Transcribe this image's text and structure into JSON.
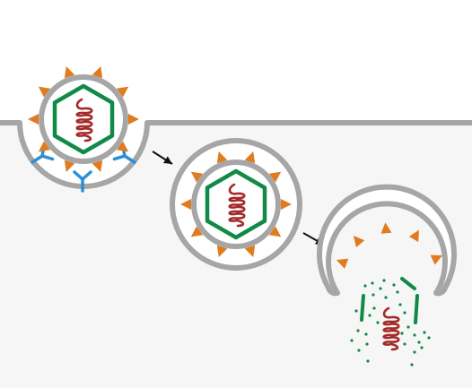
{
  "colors": {
    "membrane": "#a6a6a6",
    "cytoplasm": "#f6f6f6",
    "background": "#ffffff",
    "spike": "#e07b1f",
    "capsid": "#118a47",
    "genome": "#a52a2a",
    "receptor": "#2b8fd6",
    "arrow": "#111111"
  },
  "stages": [
    {
      "name": "attachment"
    },
    {
      "name": "endocytic-vesicle"
    },
    {
      "name": "uncoating"
    }
  ],
  "icons": {
    "arrow": "arrow-icon",
    "receptor": "receptor-icon",
    "spike": "spike-protein-icon",
    "capsid": "capsid-icon",
    "genome": "genome-coil-icon"
  }
}
